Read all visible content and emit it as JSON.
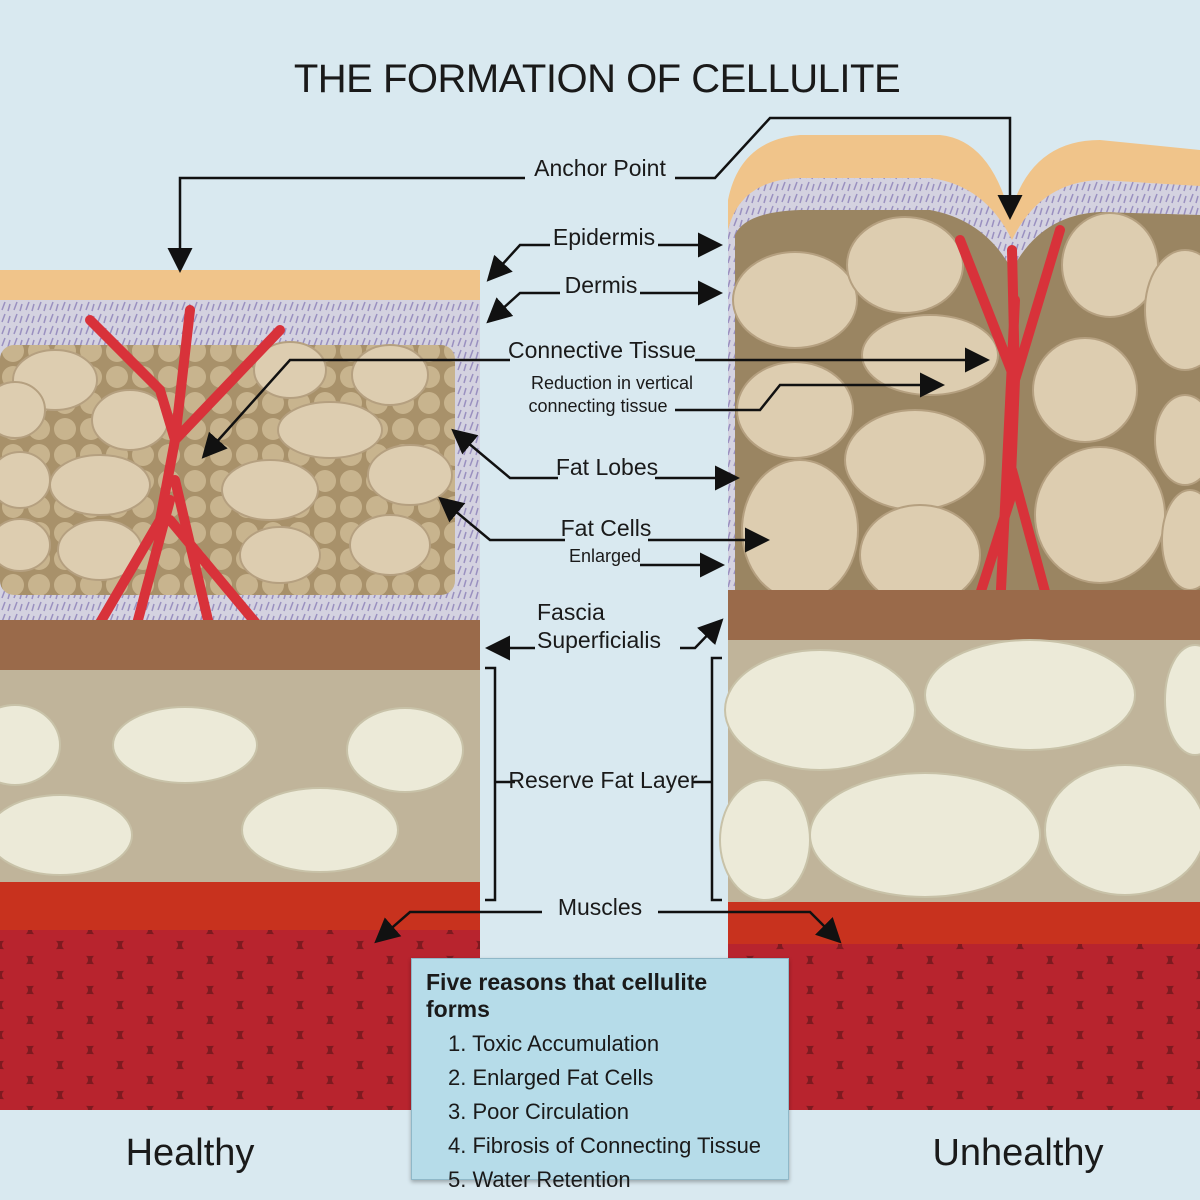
{
  "title": "THE FORMATION OF CELLULITE",
  "labels": {
    "anchor_point": "Anchor Point",
    "epidermis": "Epidermis",
    "dermis": "Dermis",
    "connective_tissue": "Connective Tissue",
    "reduction_line1": "Reduction in vertical",
    "reduction_line2": "connecting tissue",
    "fat_lobes": "Fat Lobes",
    "fat_cells": "Fat Cells",
    "enlarged": "Enlarged",
    "fascia_line1": "Fascia",
    "fascia_line2": "Superficialis",
    "reserve_fat": "Reserve Fat Layer",
    "muscles": "Muscles"
  },
  "captions": {
    "healthy": "Healthy",
    "unhealthy": "Unhealthy"
  },
  "info_box": {
    "heading": "Five reasons that cellulite forms",
    "items": [
      "1.  Toxic Accumulation",
      "2. Enlarged Fat Cells",
      "3. Poor Circulation",
      "4. Fibrosis of Connecting Tissue",
      "5. Water Retention"
    ]
  },
  "colors": {
    "background": "#d9e9f0",
    "epidermis": "#f0c48a",
    "dermis": "#c9c6d8",
    "fat": "#ddcdb0",
    "fascia": "#9a6a4a",
    "muscle": "#a8202a",
    "vessel": "#d8323a",
    "info_box": "#b6dce9"
  }
}
